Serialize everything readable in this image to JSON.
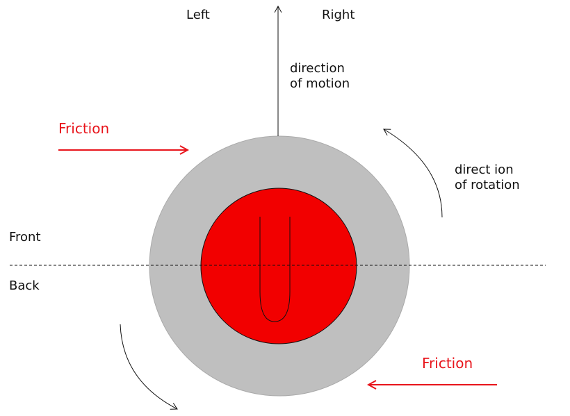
{
  "labels": {
    "left": "Left",
    "right": "Right",
    "direction_of_motion": [
      "direction",
      "of motion"
    ],
    "direction_of_rotation": [
      "direct ion",
      "of rotation"
    ],
    "front": "Front",
    "back": "Back",
    "friction_top": "Friction",
    "friction_bottom": "Friction"
  },
  "colors": {
    "friction": "#e8141b",
    "outer_ring": "#bfbfbf",
    "inner_disc": "#f20000"
  }
}
